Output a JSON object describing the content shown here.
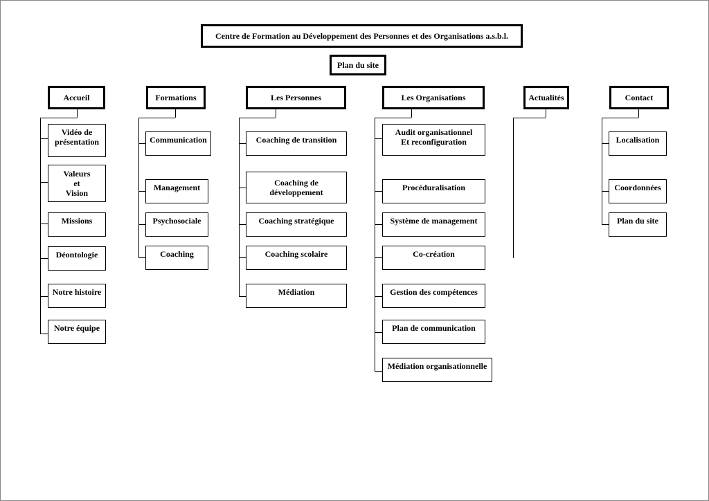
{
  "header": {
    "title": "Centre de Formation au Développement des Personnes et des Organisations a.s.b.l.",
    "plan": "Plan du site"
  },
  "sections": [
    {
      "label": "Accueil",
      "items": [
        "Vidéo de présentation",
        "Valeurs et Vision",
        "Missions",
        "Déontologie",
        "Notre histoire",
        "Notre équipe"
      ]
    },
    {
      "label": "Formations",
      "items": [
        "Communication",
        "Management",
        "Psychosociale",
        "Coaching"
      ]
    },
    {
      "label": "Les Personnes",
      "items": [
        "Coaching de transition",
        "Coaching de développement",
        "Coaching stratégique",
        "Coaching scolaire",
        "Médiation"
      ]
    },
    {
      "label": "Les Organisations",
      "items": [
        "Audit organisationnel Et reconfiguration",
        "Procéduralisation",
        "Système de management",
        "Co-création",
        "Gestion des compétences",
        "Plan de communication",
        "Médiation organisationnelle"
      ]
    },
    {
      "label": "Actualités",
      "items": []
    },
    {
      "label": "Contact",
      "items": [
        "Localisation",
        "Coordonnées",
        "Plan du site"
      ]
    }
  ]
}
